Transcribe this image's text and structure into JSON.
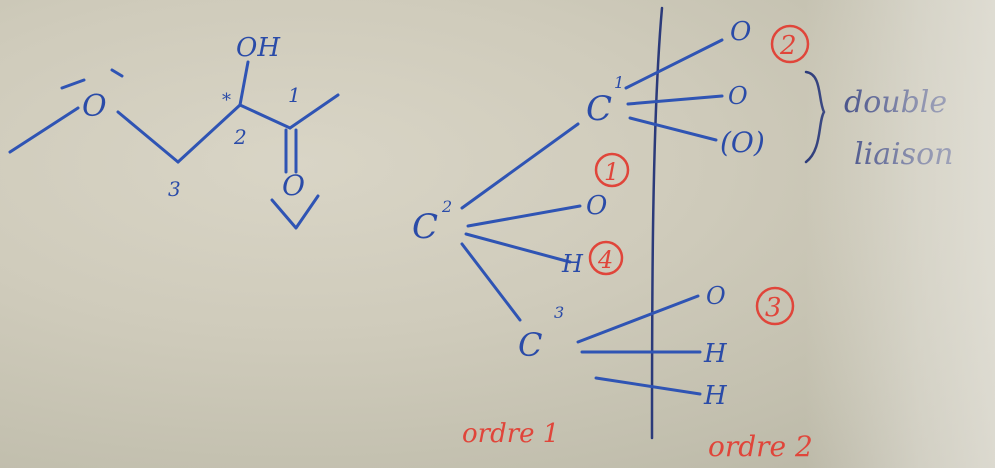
{
  "left_molecule": {
    "oxygen_ether": "O",
    "hydroxyl": "OH",
    "star": "*",
    "carbonyl_oxygen": "O",
    "numbers": [
      "1",
      "2",
      "3"
    ]
  },
  "tree": {
    "center": {
      "symbol": "C",
      "index": "2"
    },
    "c1": {
      "symbol": "C",
      "index": "1"
    },
    "c3": {
      "symbol": "C",
      "index": "3"
    },
    "c1_subs": [
      "O",
      "O",
      "(O)"
    ],
    "c1_rank": "2",
    "center_subs": [
      "O",
      "H"
    ],
    "center_ranks": [
      "1",
      "4"
    ],
    "c3_subs": [
      "O",
      "H",
      "H"
    ],
    "c3_rank": "3",
    "note_double": "double",
    "note_liaison": "liaison",
    "label_order1": "ordre 1",
    "label_order2": "ordre 2"
  }
}
